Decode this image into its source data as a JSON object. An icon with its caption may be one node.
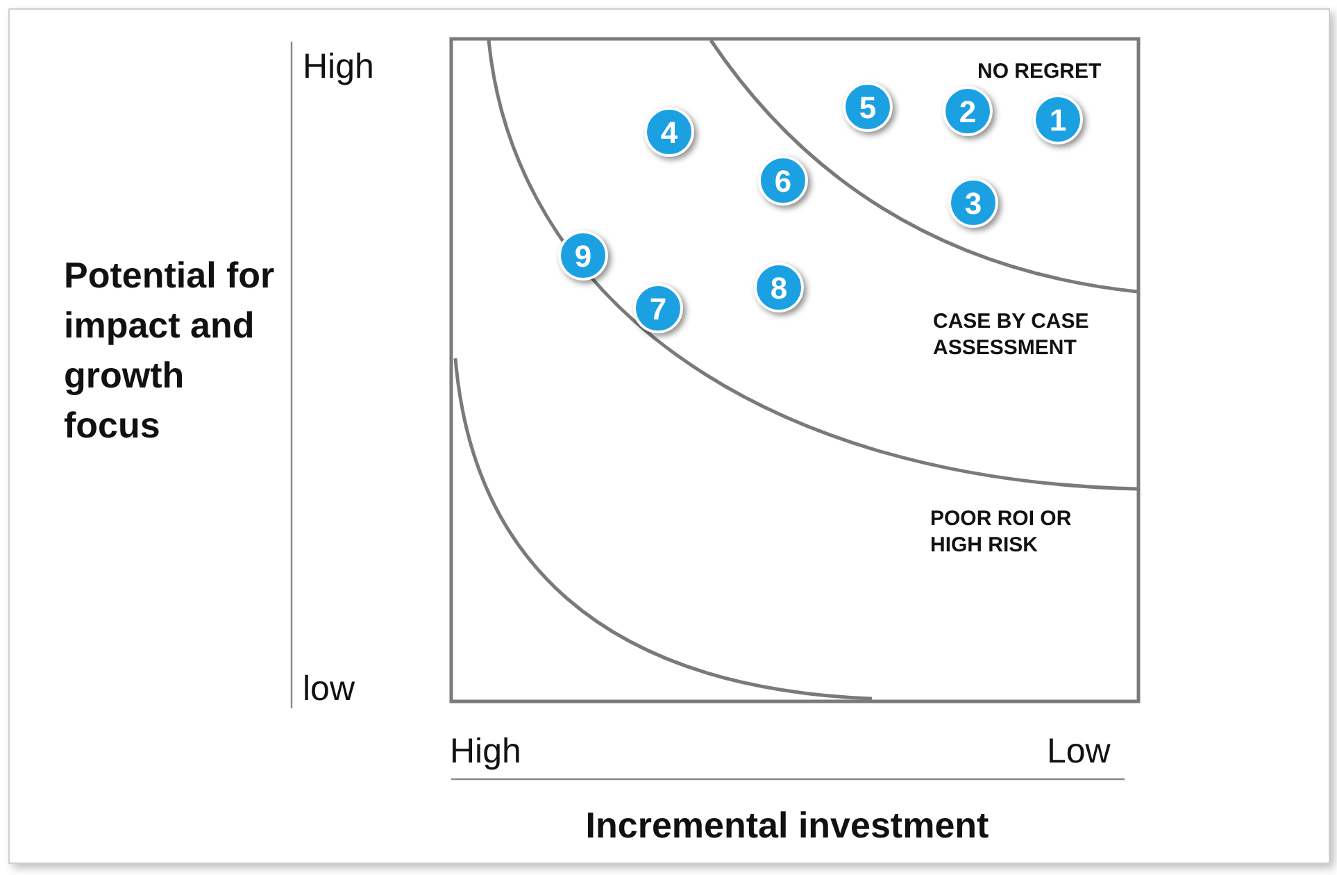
{
  "diagram": {
    "nodes": [
      {
        "text": [
          "5"
        ]
      },
      {
        "text": [
          "2"
        ]
      },
      {
        "text": [
          "1"
        ]
      },
      {
        "text": [
          "4"
        ]
      },
      {
        "text": [
          "6"
        ]
      },
      {
        "text": [
          "3"
        ]
      },
      {
        "text": [
          "9"
        ]
      },
      {
        "text": [
          "8"
        ]
      },
      {
        "text": [
          "7"
        ]
      }
    ],
    "edges": [],
    "labels": [
      "High",
      "low",
      "Potential for impact and growth focus",
      "NO REGRET",
      "CASE BY CASE ASSESSMENT",
      "POOR ROI OR HIGH RISK",
      "High",
      "Low",
      "Incremental investment"
    ]
  }
}
